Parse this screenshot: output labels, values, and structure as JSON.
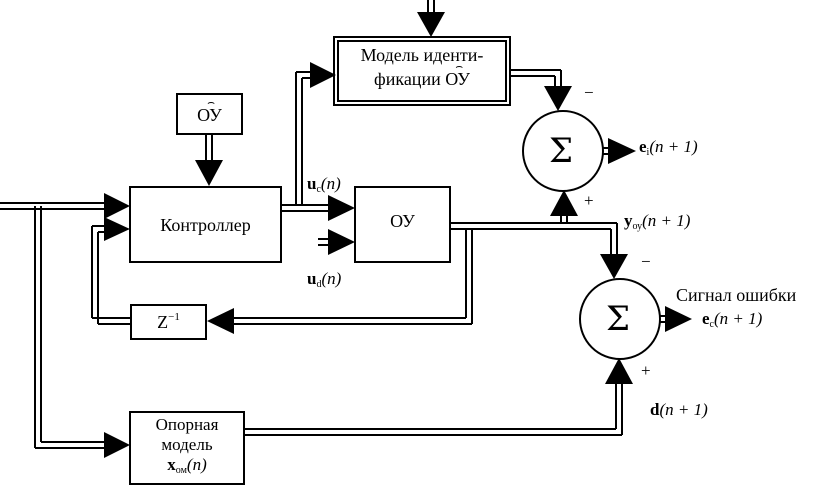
{
  "blocks": {
    "identification_model": {
      "line1": "Модель иденти-",
      "line2_prefix": "фикации ",
      "line2_hat": "ОУ"
    },
    "ou_hat": {
      "label": "ОУ"
    },
    "controller": {
      "label": "Контроллер"
    },
    "plant": {
      "label": "ОУ"
    },
    "delay": {
      "base": "Z",
      "exp": "−1"
    },
    "reference_model": {
      "line1": "Опорная",
      "line2": "модель",
      "var": "x",
      "sub": "ом",
      "arg": "(n)"
    }
  },
  "summers": {
    "top": {
      "symbol": "Σ",
      "minus": "−",
      "plus": "+"
    },
    "bottom": {
      "symbol": "Σ",
      "minus": "−",
      "plus": "+"
    }
  },
  "signals": {
    "uc": {
      "var": "u",
      "sub": "c",
      "arg": "(n)"
    },
    "ud": {
      "var": "u",
      "sub": "d",
      "arg": "(n)"
    },
    "y_ou": {
      "var": "y",
      "sub": "оу",
      "arg": "(n + 1)"
    },
    "ei": {
      "var": "e",
      "sub": "i",
      "arg": "(n + 1)"
    },
    "ec": {
      "title": "Сигнал ошибки",
      "var": "e",
      "sub": "c",
      "arg": "(n + 1)"
    },
    "d": {
      "var": "d",
      "arg": "(n + 1)"
    }
  }
}
